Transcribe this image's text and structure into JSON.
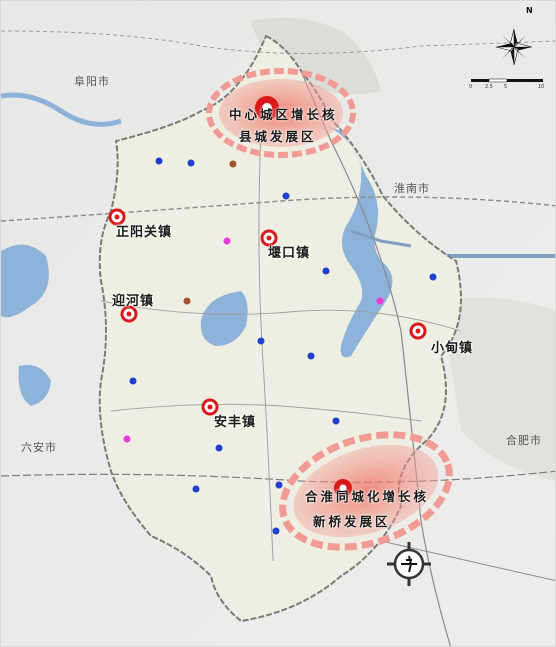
{
  "map": {
    "north_label": "N",
    "scale_labels": [
      "0",
      "2.5",
      "5",
      "10"
    ],
    "neighbors": {
      "fuyang": "阜阳市",
      "huainan": "淮南市",
      "luan": "六安市",
      "hefei": "合肥市"
    },
    "growth_cores": {
      "central_city_core": "中心城区增长核",
      "county_district": "县城发展区",
      "hefei_huainan_core": "合淮同城化增长核",
      "xinqiao_district": "新桥发展区"
    },
    "towns": {
      "zhengyangguan": "正阳关镇",
      "yankou": "堰口镇",
      "yinghe": "迎河镇",
      "xiaodian": "小甸镇",
      "anfeng": "安丰镇"
    },
    "colors": {
      "county_fill": "#eeeee2",
      "water": "#8db3da",
      "boundary": "#7a7a7a",
      "core_marker": "#d7191c",
      "growth_zone": "#f08a80",
      "dot_blue": "#1f3fd1",
      "dot_magenta": "#e63bd6",
      "dot_brown": "#a0522d"
    },
    "icons": [
      "airport-icon",
      "compass-icon",
      "town-center-marker-icon"
    ]
  }
}
